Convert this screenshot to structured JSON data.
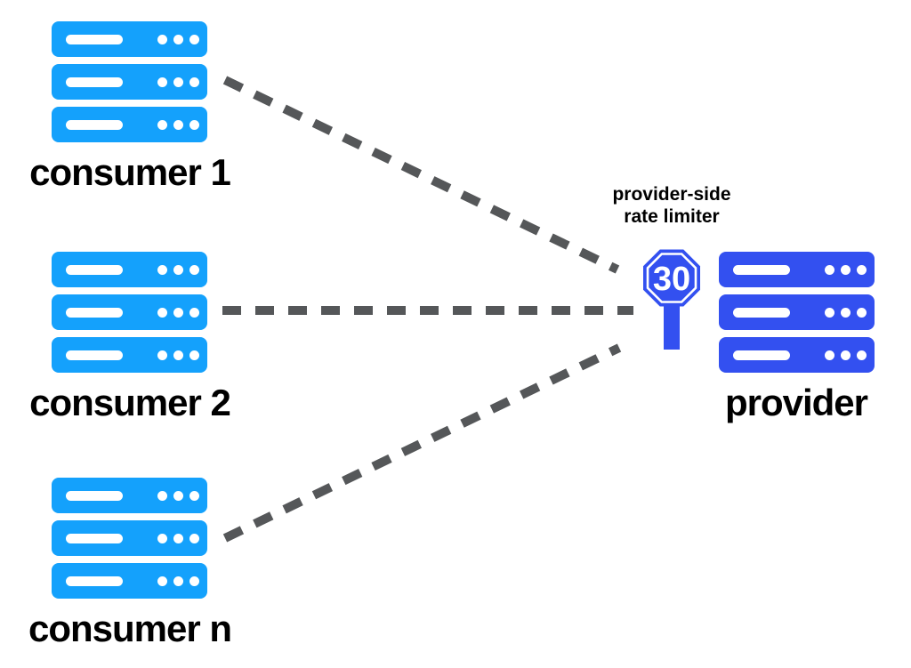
{
  "consumers": [
    {
      "label": "consumer 1"
    },
    {
      "label": "consumer 2"
    },
    {
      "label": "consumer n"
    }
  ],
  "provider": {
    "label": "provider"
  },
  "rate_limiter": {
    "label_line1": "provider-side",
    "label_line2": "rate limiter",
    "limit": "30"
  },
  "colors": {
    "consumer_blue": "#14A1FC",
    "provider_blue": "#3350F0",
    "sign_blue": "#3350F0",
    "dash_gray": "#555759",
    "label_black": "#000000",
    "background": "#ffffff"
  }
}
